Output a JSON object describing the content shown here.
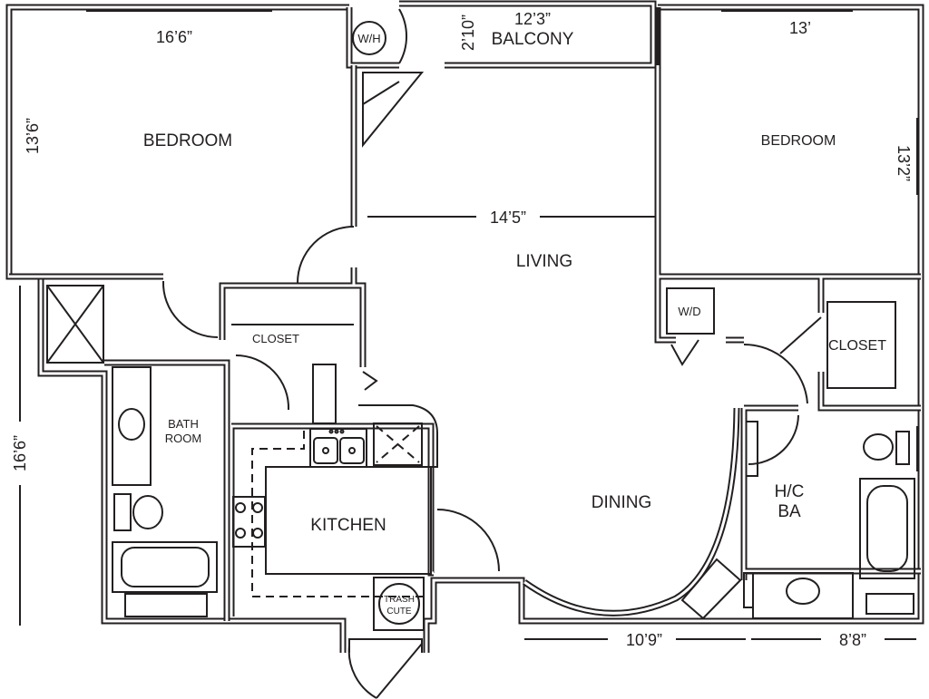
{
  "rooms": {
    "bedroom_left": "BEDROOM",
    "bedroom_right": "BEDROOM",
    "living": "LIVING",
    "dining": "DINING",
    "kitchen": "KITCHEN",
    "bath_line1": "BATH",
    "bath_line2": "ROOM",
    "closet_left": "CLOSET",
    "closet_right": "CLOSET",
    "hcba_line1": "H/C",
    "hcba_line2": "BA",
    "balcony": "BALCONY",
    "water_heater": "W/H",
    "washer_dryer": "W/D",
    "trash_line1": "TRASH",
    "trash_line2": "CUTE"
  },
  "dimensions": {
    "bedroom_left_width": "16’6”",
    "bedroom_left_depth": "13’6”",
    "bedroom_right_width": "13’",
    "bedroom_right_depth": "13’2”",
    "balcony_width": "12’3”",
    "balcony_depth": "2’10”",
    "living_width": "14’5”",
    "left_overall": "16’6”",
    "bottom_dining": "10’9”",
    "bottom_bath": "8’8”"
  }
}
